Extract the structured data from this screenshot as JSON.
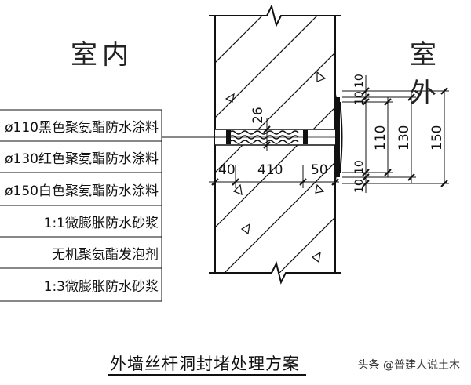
{
  "labels": {
    "indoor": "室内",
    "outdoor": "室外"
  },
  "legend": [
    "ø110黑色聚氨酯防水涂料",
    "ø130红色聚氨酯防水涂料",
    "ø150白色聚氨酯防水涂料",
    "1:1微膨胀防水砂浆",
    "无机聚氨酯发泡剂",
    "1:3微膨胀防水砂浆"
  ],
  "dimensions": {
    "wall": [
      "40",
      "410",
      "50"
    ],
    "hole": "26",
    "vertical_small": [
      "10",
      "10",
      "10",
      "10"
    ],
    "vertical_110": "110",
    "vertical_130": "130",
    "vertical_150": "150"
  },
  "title": "外墙丝杆洞封堵处理方案",
  "watermark": "头条 @普建人说土木",
  "colors": {
    "line": "#111111",
    "background": "#ffffff"
  }
}
